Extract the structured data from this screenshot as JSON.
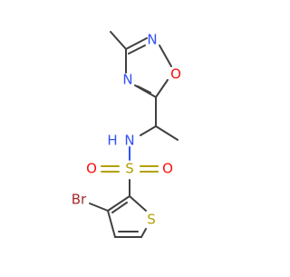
{
  "molecule": {
    "atom_labels": {
      "n_oxadiazole_top": "N",
      "o_oxadiazole": "O",
      "n_oxadiazole_left": "N",
      "n_amine": "N",
      "h_amine": "H",
      "s_sulfonyl": "S",
      "o_sulfonyl_left": "O",
      "o_sulfonyl_right": "O",
      "br": "Br",
      "s_thiophene": "S"
    },
    "colors": {
      "carbon_bond": "#404040",
      "nitrogen": "#3050F8",
      "oxygen": "#FF0D0D",
      "sulfur": "#B2A100",
      "bromine": "#A62929",
      "hydrogen_label": "#3050F8"
    }
  }
}
